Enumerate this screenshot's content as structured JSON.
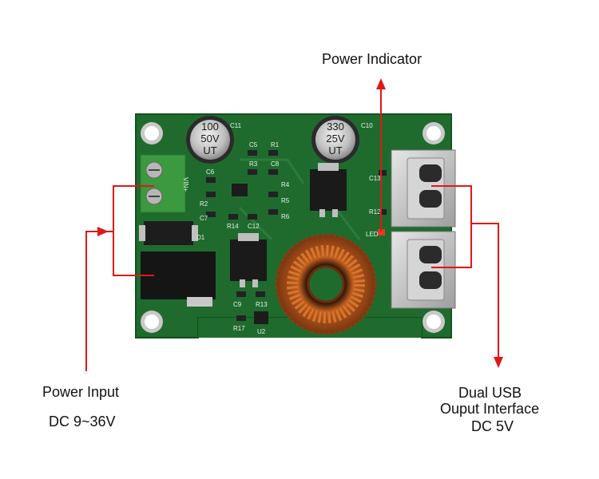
{
  "labels": {
    "power_indicator": "Power Indicator",
    "power_input": "Power Input",
    "power_input_range": "DC 9~36V",
    "usb_line1": "Dual USB",
    "usb_line2": "Ouput Interface",
    "usb_line3": "DC 5V"
  },
  "silkscreen": {
    "c11": "C11",
    "c10": "C10",
    "c5": "C5",
    "r1": "R1",
    "r3": "R3",
    "c8": "C8",
    "c6": "C6",
    "r2": "R2",
    "c7": "C7",
    "d1": "D1",
    "r14": "R14",
    "c12": "C12",
    "r4": "R4",
    "r5": "R5",
    "r6": "R6",
    "c13": "C13",
    "r12": "R12",
    "led": "LED",
    "c9": "C9",
    "r13": "R13",
    "r17": "R17",
    "u2": "U2",
    "vin": "VIN+"
  },
  "cap_left": {
    "line1": "100",
    "line2": "50V",
    "line3": "UT"
  },
  "cap_right": {
    "line1": "330",
    "line2": "25V",
    "line3": "UT"
  },
  "colors": {
    "pcb": "#1f6b2e",
    "pcb_dark": "#155222",
    "arrow": "#e01818",
    "copper": "#b4551c",
    "terminal": "#3b9a3f"
  },
  "icons": [
    "power-indicator-arrow",
    "power-input-arrow",
    "usb-output-arrow"
  ]
}
